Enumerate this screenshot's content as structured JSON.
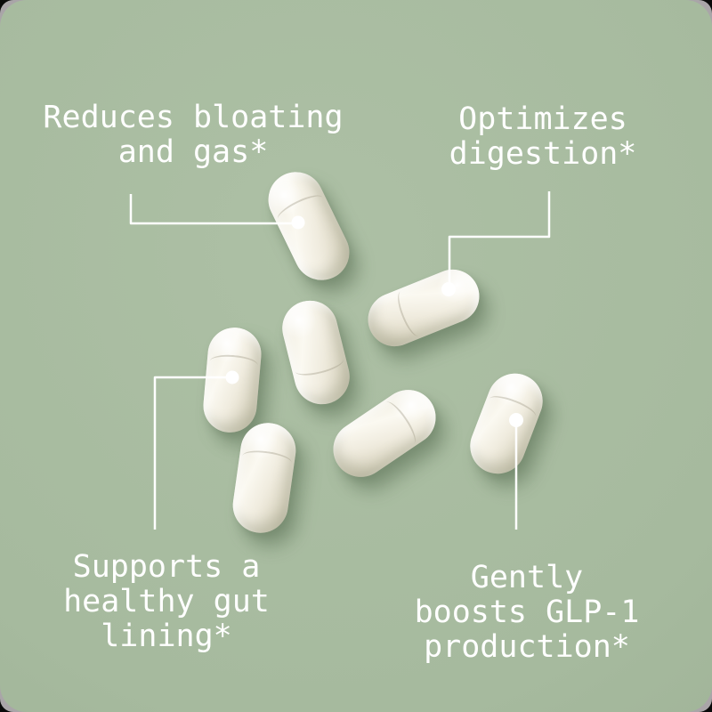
{
  "image": {
    "description": "White supplement capsules scattered on a sage green background with four benefit callouts"
  },
  "callouts": [
    {
      "id": "bloating",
      "lines": [
        "Reduces bloating",
        "and gas*"
      ]
    },
    {
      "id": "digestion",
      "lines": [
        "Optimizes",
        "digestion*"
      ]
    },
    {
      "id": "gut-lining",
      "lines": [
        "Supports a",
        "healthy gut",
        "lining*"
      ]
    },
    {
      "id": "glp1",
      "lines": [
        "Gently",
        "boosts GLP-1",
        "production*"
      ]
    }
  ],
  "colors": {
    "background": "#a6ba9e",
    "text": "#ffffff",
    "callout_line": "#ffffff",
    "capsule": "#f1eee2",
    "corner_backdrop": "#a9a5a8",
    "page_background": "#0a0a0a"
  }
}
